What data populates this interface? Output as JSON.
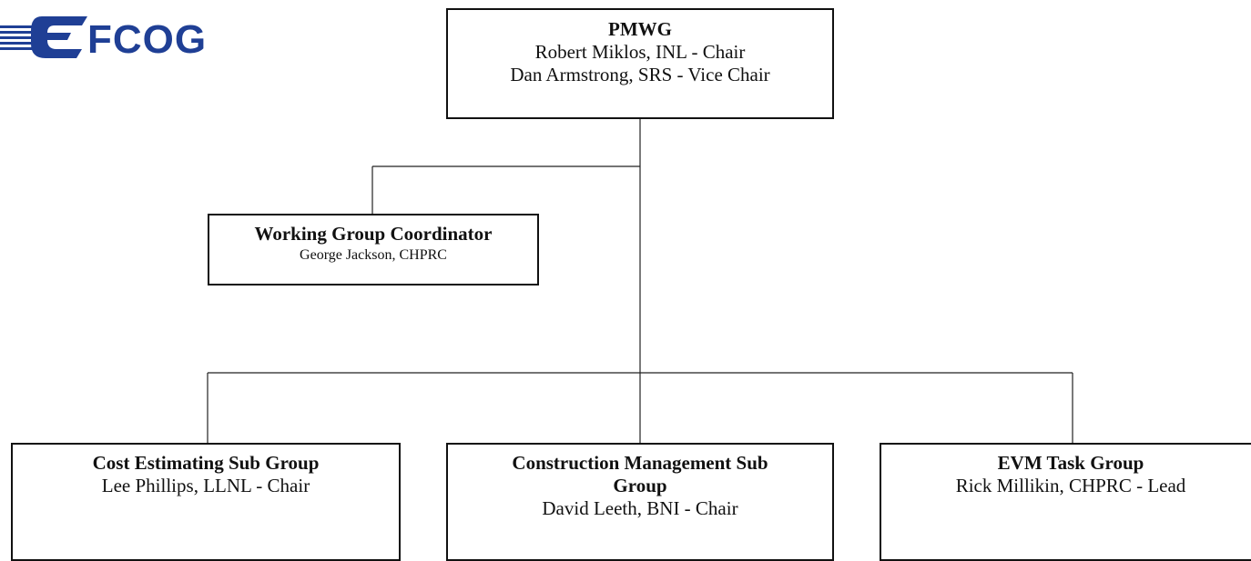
{
  "logo": {
    "text": "FCOG",
    "color": "#1f3f95"
  },
  "pmwg": {
    "title": "PMWG",
    "chair": "Robert Miklos, INL - Chair",
    "vice_chair": "Dan Armstrong, SRS - Vice Chair"
  },
  "coordinator": {
    "title": "Working Group Coordinator",
    "person": "George Jackson, CHPRC"
  },
  "subgroups": [
    {
      "title": "Cost Estimating Sub Group",
      "lead": "Lee Phillips, LLNL - Chair"
    },
    {
      "title_line1": "Construction Management Sub",
      "title_line2": "Group",
      "lead": "David Leeth, BNI - Chair"
    },
    {
      "title": "EVM Task Group",
      "lead": "Rick Millikin, CHPRC - Lead"
    }
  ]
}
